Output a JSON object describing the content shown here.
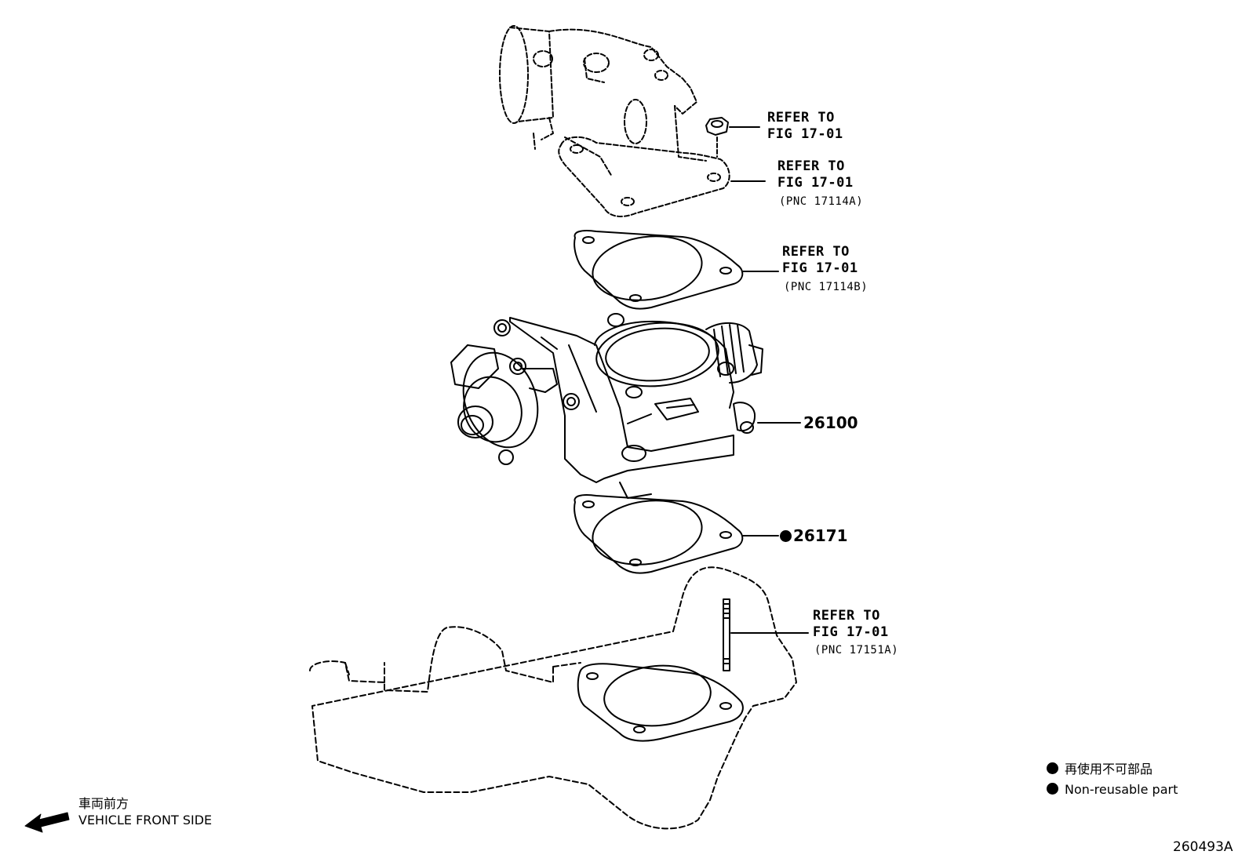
{
  "callouts": {
    "nut": {
      "line1": "REFER TO",
      "line2": "FIG 17-01"
    },
    "flange": {
      "line1": "REFER TO",
      "line2": "FIG 17-01",
      "pnc": "(PNC 17114A)"
    },
    "gasket_top": {
      "line1": "REFER TO",
      "line2": "FIG 17-01",
      "pnc": "(PNC 17114B)"
    },
    "stud": {
      "line1": "REFER TO",
      "line2": "FIG 17-01",
      "pnc": "(PNC 17151A)"
    }
  },
  "parts": {
    "throttle_body": "26100",
    "gasket": "26171"
  },
  "legend": {
    "japanese": "再使用不可部品",
    "english": "Non-reusable part"
  },
  "vehicle_front": {
    "japanese": "車両前方",
    "english": "VEHICLE FRONT SIDE"
  },
  "figure_code": "260493A"
}
